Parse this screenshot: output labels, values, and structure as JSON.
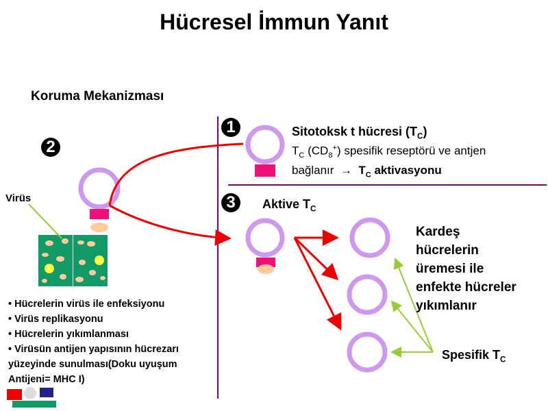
{
  "title": "Hücresel İmmun Yanıt",
  "subtitle": "Koruma Mekanizması",
  "steps": [
    "1",
    "2",
    "3"
  ],
  "virus_label": "Virüs",
  "tc": {
    "title_main": "Sitotoksk t hücresi (T",
    "title_sub": "C",
    "title_end": ")",
    "desc_line1_a": "T",
    "desc_line1_sub": "C",
    "desc_line1_b": " (CD",
    "desc_line1_sub2": "8",
    "desc_line1_sup": "+",
    "desc_line1_c": ") spesifik reseptörü ve antjen",
    "desc_line2_a": "bağlanır",
    "desc_line2_arrow": "→",
    "desc_line2_b": "T",
    "desc_line2_sub": "C",
    "desc_line2_c": " aktivasyonu"
  },
  "active": {
    "label": "Aktive T",
    "sub": "C"
  },
  "sibling_text": [
    "Kardeş",
    "hücrelerin",
    "üremesi ile",
    "enfekte hücreler",
    "yıkımlanır"
  ],
  "specific": {
    "label": "Spesifik T",
    "sub": "C"
  },
  "bullets": [
    "• Hücrelerin virüs ile enfeksiyonu",
    "• Virüs replikasyonu",
    "• Hücrelerin yıkımlanması",
    "• Virüsün antijen yapısının hücrezarı",
    "yüzeyinde sunulması(Doku uyuşum",
    "Antijeni= MHC I)"
  ],
  "colors": {
    "membrane": "#cc99ee",
    "receptor": "#ee1177",
    "antigen": "#ffcc99",
    "arrow": "#ee0000",
    "pointer": "#99cc33",
    "tissue": "#119966",
    "divider": "#880066"
  }
}
